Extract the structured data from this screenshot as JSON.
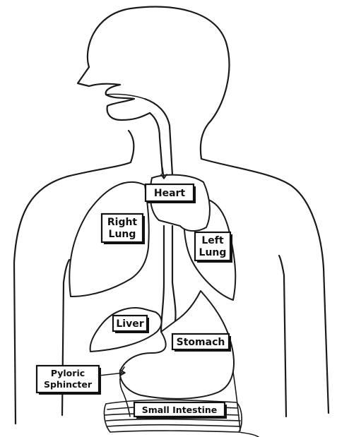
{
  "labels": {
    "heart": "Heart",
    "right_lung_1": "Right",
    "right_lung_2": "Lung",
    "left_lung_1": "Left",
    "left_lung_2": "Lung",
    "liver": "Liver",
    "stomach": "Stomach",
    "pyloric_1": "Pyloric",
    "pyloric_2": "Sphincter",
    "small_intestine": "Small Intestine"
  },
  "colors": {
    "ink": "#1a1a1a",
    "paper": "#ffffff"
  }
}
